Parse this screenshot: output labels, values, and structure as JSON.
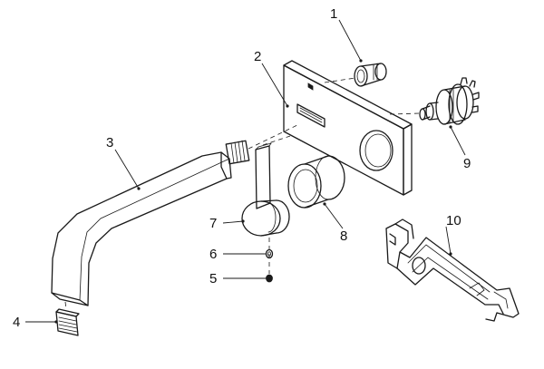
{
  "diagram": {
    "callouts": [
      {
        "id": "1",
        "label": "1"
      },
      {
        "id": "2",
        "label": "2"
      },
      {
        "id": "3",
        "label": "3"
      },
      {
        "id": "4",
        "label": "4"
      },
      {
        "id": "5",
        "label": "5"
      },
      {
        "id": "6",
        "label": "6"
      },
      {
        "id": "7",
        "label": "7"
      },
      {
        "id": "8",
        "label": "8"
      },
      {
        "id": "9",
        "label": "9"
      },
      {
        "id": "10",
        "label": "10"
      }
    ]
  },
  "colors": {
    "line": "#1a1a1a",
    "background": "#ffffff"
  }
}
